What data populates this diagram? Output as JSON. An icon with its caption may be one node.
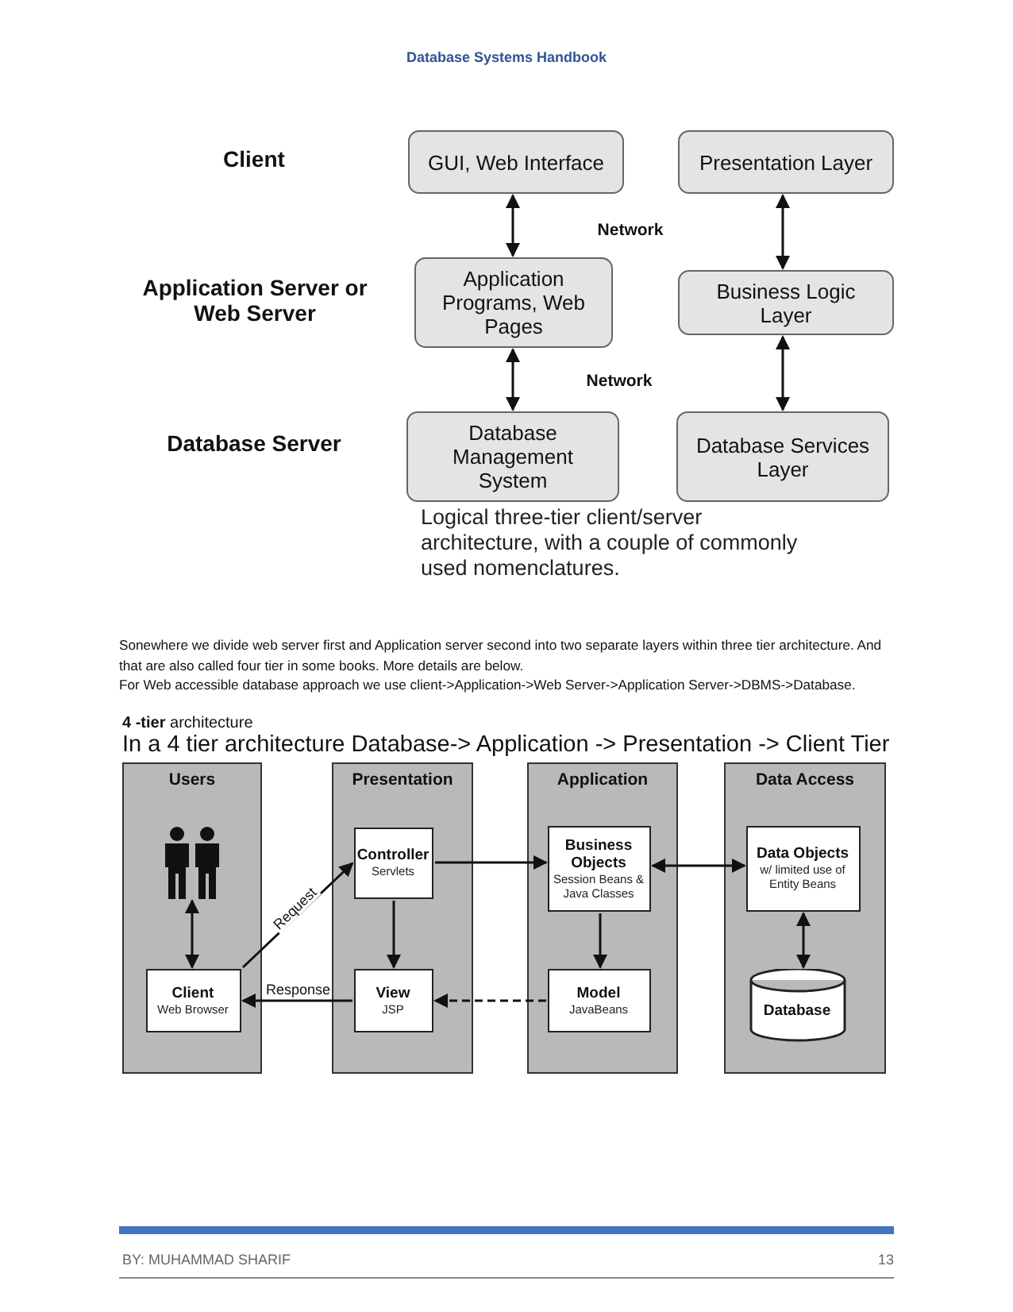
{
  "diagram": {
    "title": "Database Systems Handbook",
    "caption": "Logical three-tier client/server architecture, with a couple of commonly used nomenclatures.",
    "nodes": [
      {
        "text": [
          "GUI, Web Interface"
        ]
      },
      {
        "text": [
          "Presentation Layer"
        ]
      },
      {
        "text": [
          "Application Programs, Web Pages"
        ]
      },
      {
        "text": [
          "Business Logic Layer"
        ]
      },
      {
        "text": [
          "Database Management System"
        ]
      },
      {
        "text": [
          "Database Services Layer"
        ]
      },
      {
        "text": [
          "Users"
        ]
      },
      {
        "text": [],
        "shape": "person",
        "in": 6
      },
      {
        "text": [
          "Client",
          "Web Browser"
        ],
        "in": 6
      },
      {
        "text": [
          "Presentation"
        ]
      },
      {
        "text": [
          "Controller",
          "Servlets"
        ],
        "in": 9
      },
      {
        "text": [
          "View",
          "JSP"
        ],
        "in": 9
      },
      {
        "text": [
          "Application"
        ]
      },
      {
        "text": [
          "Business Objects",
          "Session Beans & Java Classes"
        ],
        "in": 12
      },
      {
        "text": [
          "Model",
          "JavaBeans"
        ],
        "in": 12
      },
      {
        "text": [
          "Data Access"
        ]
      },
      {
        "text": [
          "Data Objects",
          "w/ limited use of Entity Beans"
        ],
        "in": 15
      },
      {
        "text": [
          "Database"
        ],
        "in": 15
      }
    ],
    "edges": [
      {
        "from": 0,
        "to": 2,
        "arrow": "both"
      },
      {
        "from": 1,
        "to": 3,
        "arrow": "both"
      },
      {
        "from": 2,
        "to": 4,
        "arrow": "both"
      },
      {
        "from": 3,
        "to": 5,
        "arrow": "both"
      },
      {
        "from": 7,
        "to": 8,
        "arrow": "both"
      },
      {
        "from": 8,
        "to": 10,
        "arrow": "to",
        "label": "Request"
      },
      {
        "from": 10,
        "to": 11,
        "arrow": "to"
      },
      {
        "from": 11,
        "to": 8,
        "arrow": "to",
        "label": "Response"
      },
      {
        "from": 10,
        "to": 13,
        "arrow": "to"
      },
      {
        "from": 13,
        "to": 16,
        "arrow": "both"
      },
      {
        "from": 13,
        "to": 14,
        "arrow": "to"
      },
      {
        "from": 14,
        "to": 11,
        "arrow": "to",
        "style": "dashed"
      },
      {
        "from": 16,
        "to": 17,
        "arrow": "both"
      }
    ],
    "labels": [
      "Client",
      "Application Server or Web Server",
      "Database Server",
      "Network",
      "Network",
      "Sonewhere we divide web server first and Application server second into two separate layers within three tier architecture. And that are also called four tier in some books. More details are below.",
      "For Web accessible database approach we use client->Application->Web Server->Application Server->DBMS->Database.",
      "**4 -tier** architecture",
      "In a 4 tier architecture Database-> Application -> Presentation -> Client Tier",
      "BY: MUHAMMAD SHARIF",
      "13"
    ]
  }
}
